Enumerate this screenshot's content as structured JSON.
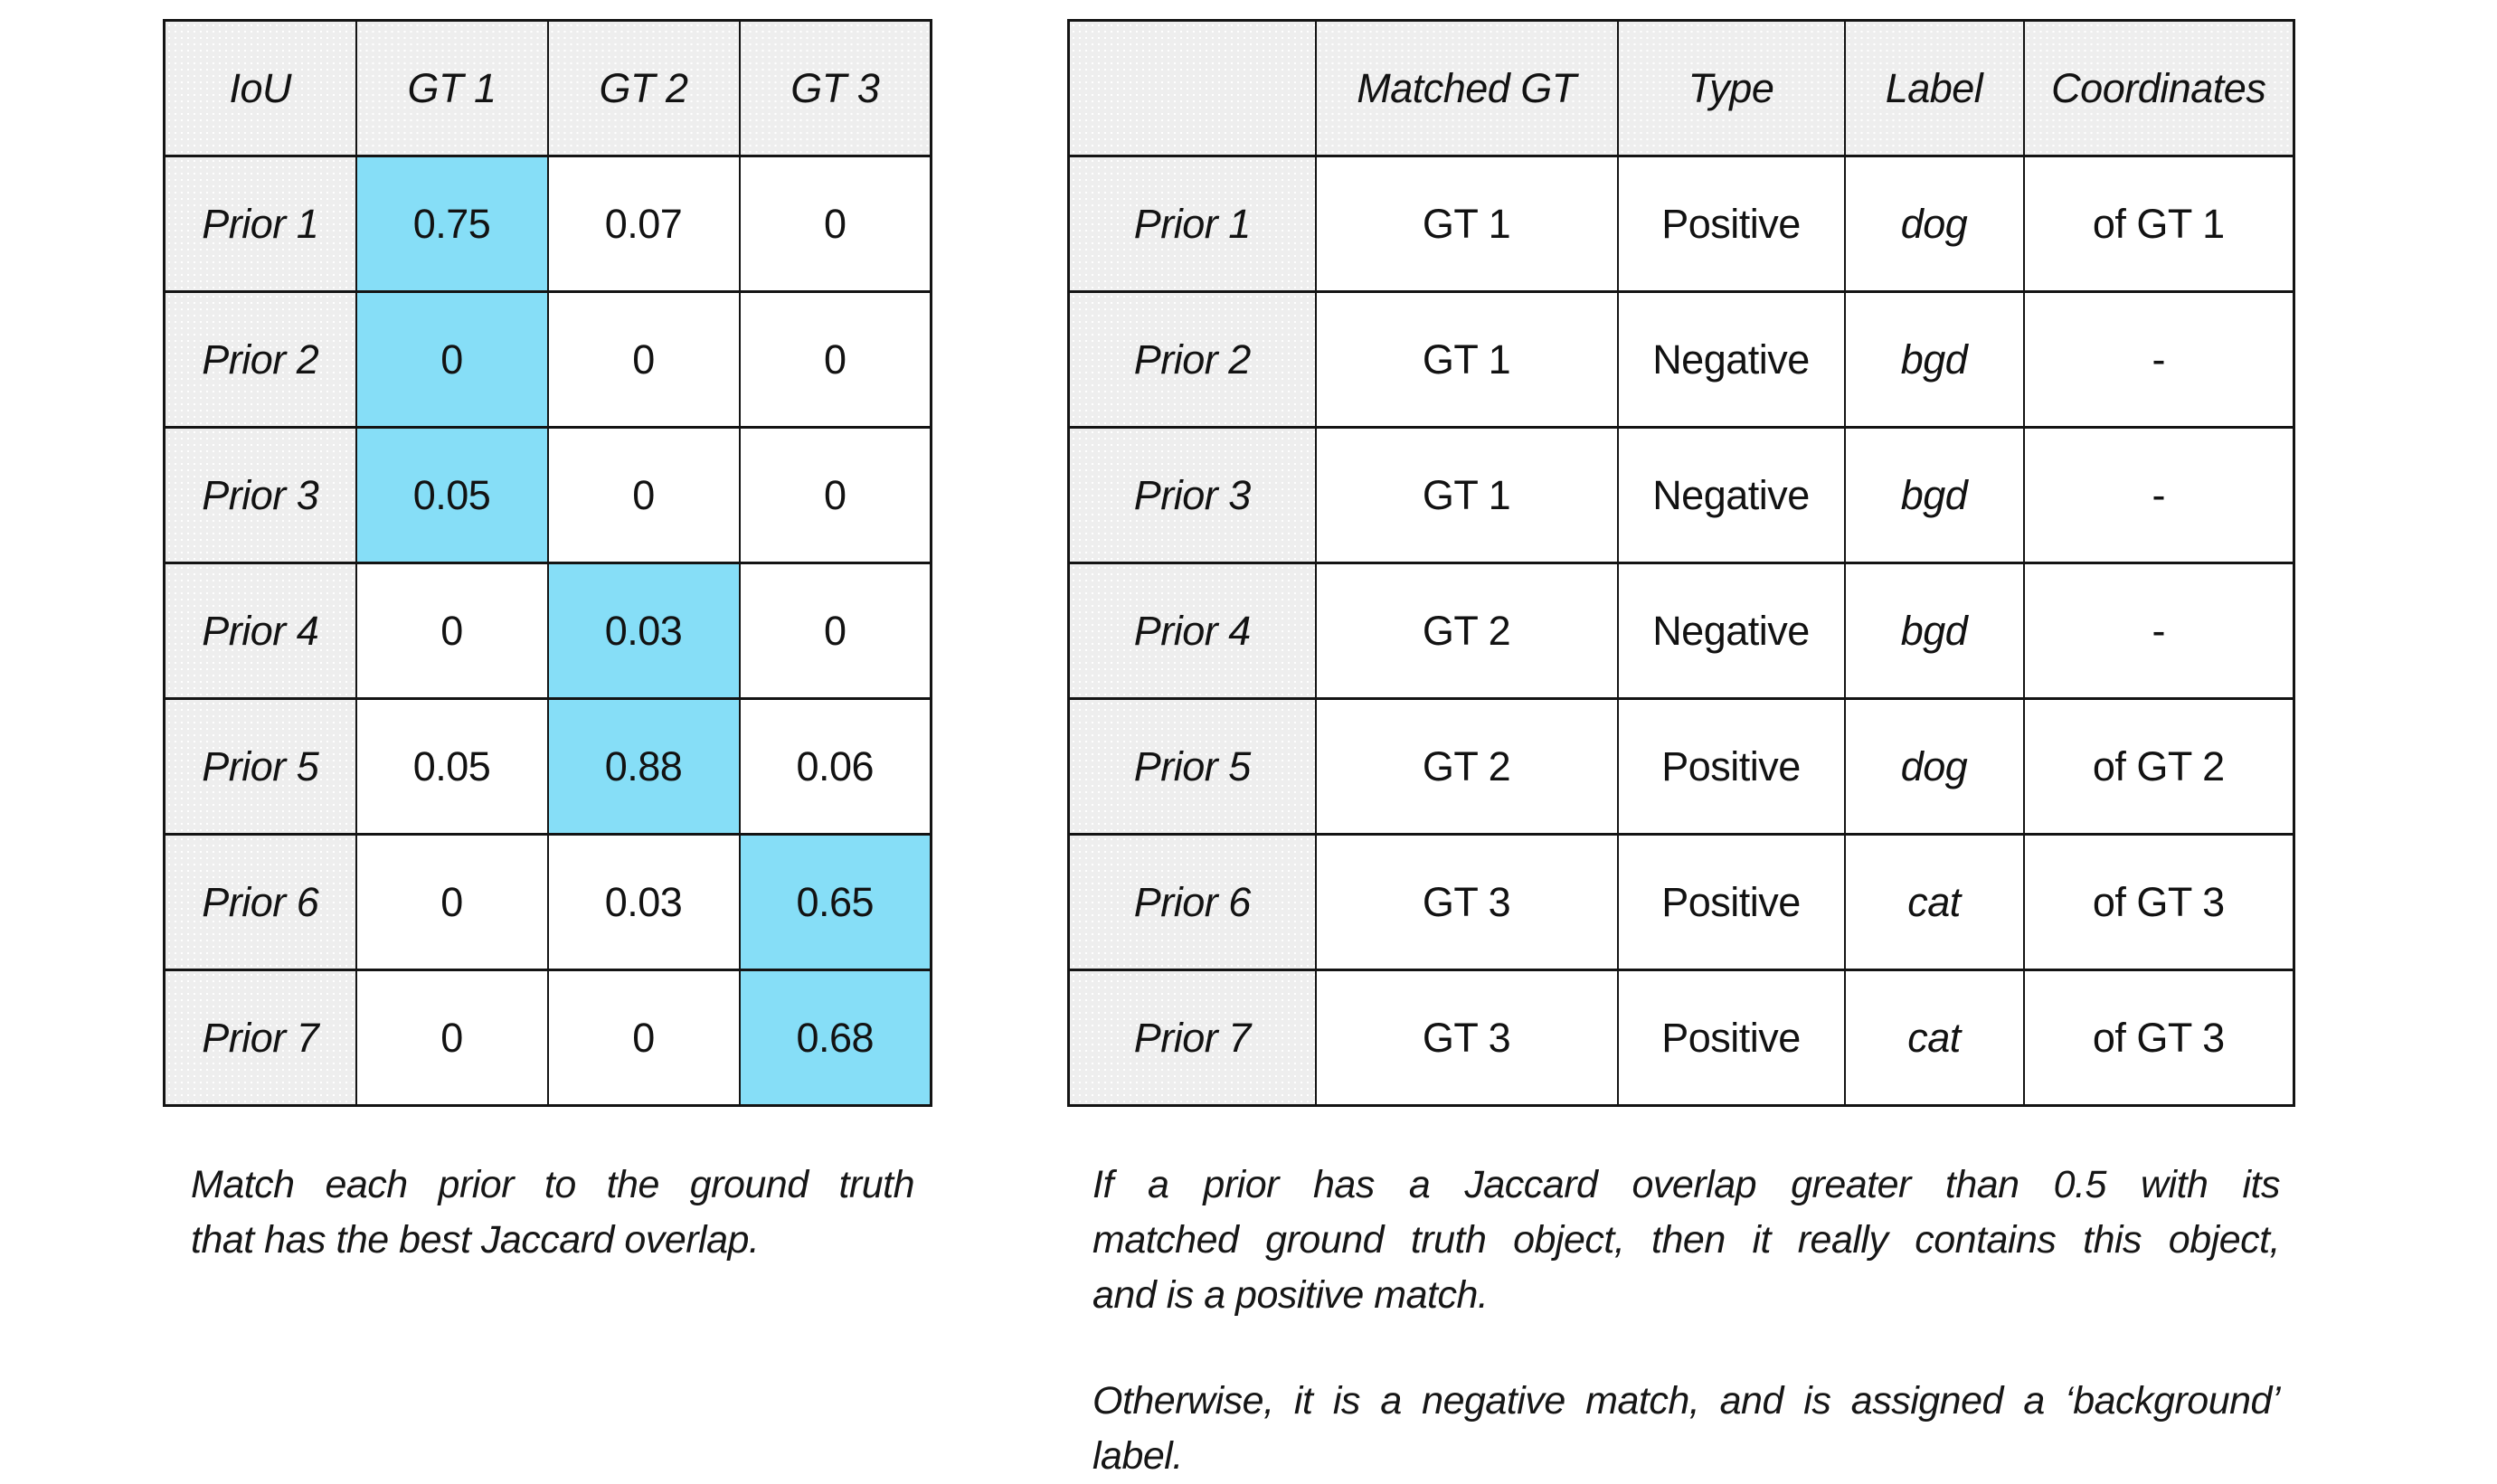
{
  "colors": {
    "highlight": "#86DEF7",
    "header_bg": "#EEEEEE",
    "border": "#141414",
    "background": "#FFFFFF"
  },
  "iou_table": {
    "headers": [
      "IoU",
      "GT 1",
      "GT 2",
      "GT 3"
    ],
    "rows": [
      {
        "label": "Prior 1",
        "values": [
          "0.75",
          "0.07",
          "0"
        ],
        "highlight_col": 0
      },
      {
        "label": "Prior 2",
        "values": [
          "0",
          "0",
          "0"
        ],
        "highlight_col": 0
      },
      {
        "label": "Prior 3",
        "values": [
          "0.05",
          "0",
          "0"
        ],
        "highlight_col": 0
      },
      {
        "label": "Prior 4",
        "values": [
          "0",
          "0.03",
          "0"
        ],
        "highlight_col": 1
      },
      {
        "label": "Prior 5",
        "values": [
          "0.05",
          "0.88",
          "0.06"
        ],
        "highlight_col": 1
      },
      {
        "label": "Prior 6",
        "values": [
          "0",
          "0.03",
          "0.65"
        ],
        "highlight_col": 2
      },
      {
        "label": "Prior 7",
        "values": [
          "0",
          "0",
          "0.68"
        ],
        "highlight_col": 2
      }
    ]
  },
  "match_table": {
    "headers": [
      "",
      "Matched GT",
      "Type",
      "Label",
      "Coordinates"
    ],
    "rows": [
      {
        "label": "Prior 1",
        "matched_gt": "GT 1",
        "type": "Positive",
        "class_label": "dog",
        "coordinates": "of GT 1"
      },
      {
        "label": "Prior 2",
        "matched_gt": "GT 1",
        "type": "Negative",
        "class_label": "bgd",
        "coordinates": "-"
      },
      {
        "label": "Prior 3",
        "matched_gt": "GT 1",
        "type": "Negative",
        "class_label": "bgd",
        "coordinates": "-"
      },
      {
        "label": "Prior 4",
        "matched_gt": "GT 2",
        "type": "Negative",
        "class_label": "bgd",
        "coordinates": "-"
      },
      {
        "label": "Prior 5",
        "matched_gt": "GT 2",
        "type": "Positive",
        "class_label": "dog",
        "coordinates": "of GT 2"
      },
      {
        "label": "Prior 6",
        "matched_gt": "GT 3",
        "type": "Positive",
        "class_label": "cat",
        "coordinates": "of GT 3"
      },
      {
        "label": "Prior 7",
        "matched_gt": "GT 3",
        "type": "Positive",
        "class_label": "cat",
        "coordinates": "of GT 3"
      }
    ]
  },
  "captions": {
    "left": {
      "lines": [
        "Match each prior to the ground truth",
        "that has the best Jaccard overlap."
      ]
    },
    "right_p1": {
      "lines": [
        "If a prior has a Jaccard overlap greater than 0.5 with its",
        "matched ground truth object, then it really contains this object,",
        "and is a positive match."
      ]
    },
    "right_p2": {
      "lines": [
        "Otherwise, it is a negative match, and is assigned a ‘background’",
        "label."
      ]
    }
  }
}
